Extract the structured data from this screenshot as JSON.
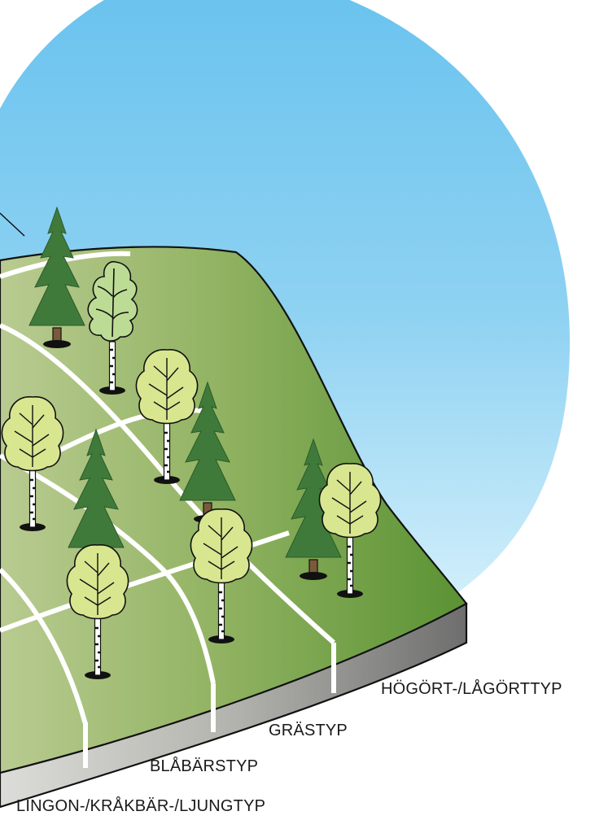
{
  "colors": {
    "sky_top": "#6ec6ef",
    "sky_bottom": "#c9ecfa",
    "ground_light": "#b7c98e",
    "ground_dark": "#5c9435",
    "soil_light": "#d9d9d5",
    "soil_dark": "#707070",
    "spruce": "#3f7a3a",
    "birch_leaf": "#d8e690",
    "outline": "#111111"
  },
  "forest_types": [
    {
      "id": "hogort",
      "label": "HÖGÖRT-/LÅGÖRTTYP"
    },
    {
      "id": "gras",
      "label": "GRÄSTYP"
    },
    {
      "id": "blabar",
      "label": "BLÅBÄRSTYP"
    },
    {
      "id": "lingon",
      "label": "LINGON-/KRÅKBÄR-/LJUNGTYP"
    }
  ]
}
